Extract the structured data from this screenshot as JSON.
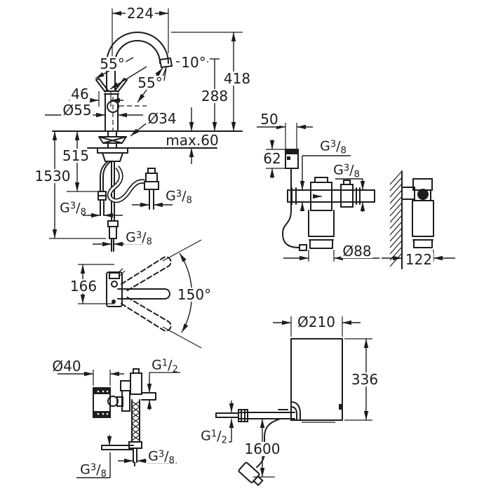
{
  "colors": {
    "line": "#1d1d1d",
    "background": "#ffffff"
  },
  "threads": {
    "g38": {
      "base": "G",
      "num": "3",
      "slash": "/",
      "den": "8"
    },
    "g12": {
      "base": "G",
      "num": "1",
      "slash": "/",
      "den": "2"
    }
  },
  "views": {
    "faucet_front": {
      "spout_reach": "224",
      "outlet_angle": "10°",
      "total_height": "418",
      "outlet_height": "288",
      "lever_angle": "55°",
      "lever_angle_2": "55°",
      "lever_offset": "46",
      "body_diameter": "Ø55",
      "shank_diameter": "Ø34",
      "max_counter_thickness": "max.60",
      "hose_length_short": "515",
      "hose_length_long": "1530"
    },
    "filter_head": {
      "sensor_width": "50",
      "sensor_height": "62",
      "cartridge_diameter": "Ø88"
    },
    "filter_side": {
      "wall_offset": "122"
    },
    "top_view": {
      "spout_length": "166",
      "swivel_angle": "150°"
    },
    "mounting": {
      "hole_diameter": "Ø40"
    },
    "boiler": {
      "diameter": "Ø210",
      "height": "336",
      "cable_length": "1600"
    }
  }
}
